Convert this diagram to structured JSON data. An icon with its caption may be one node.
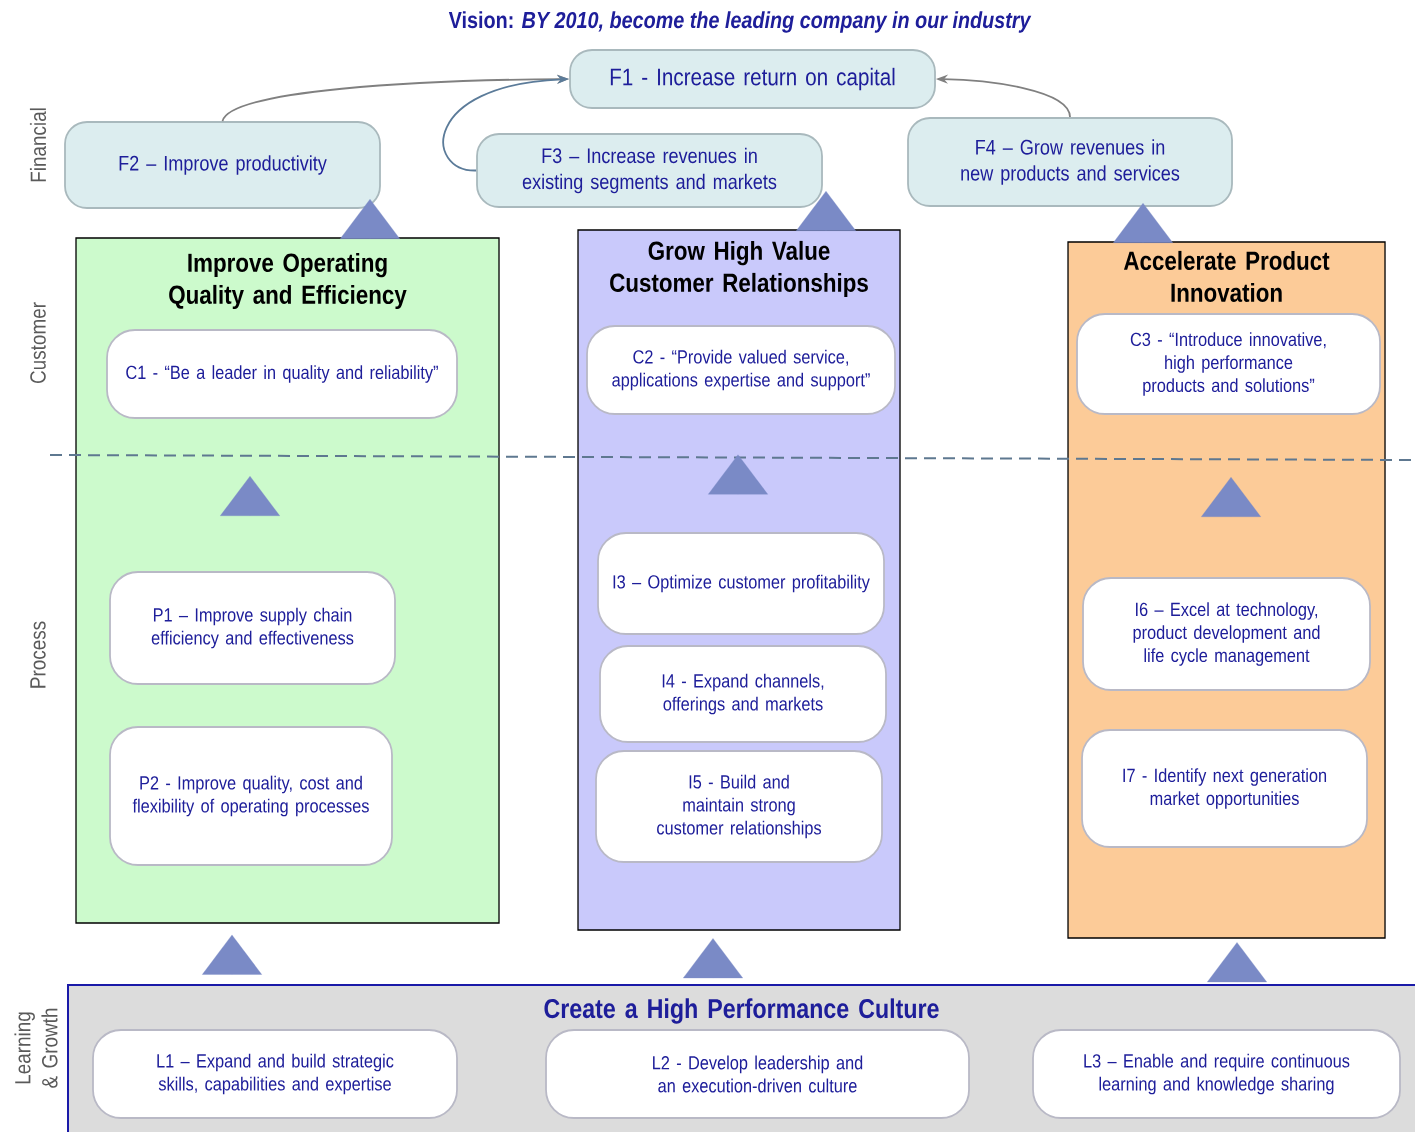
{
  "diagram": {
    "title": "Vision: *BY 2010, become the leading company in our industry*",
    "nodes": [
      {
        "text": [
          "F1 - Increase return on capital"
        ]
      },
      {
        "text": [
          "F2 – Improve productivity"
        ]
      },
      {
        "text": [
          "F3 – Increase revenues in existing segments and markets"
        ]
      },
      {
        "text": [
          "F4 – Grow revenues in new products and services"
        ]
      },
      {
        "text": [
          "Improve Operating Quality and Efficiency"
        ]
      },
      {
        "text": [
          "C1 - “Be a leader in quality and reliability”"
        ],
        "in": 4
      },
      {
        "text": [
          "P1 – Improve supply chain efficiency and effectiveness"
        ],
        "in": 4
      },
      {
        "text": [
          "P2 - Improve quality, cost and flexibility of operating processes"
        ],
        "in": 4
      },
      {
        "text": [
          "Grow High Value Customer Relationships"
        ]
      },
      {
        "text": [
          "C2 - “Provide valued service, applications expertise and support”"
        ],
        "in": 8
      },
      {
        "text": [
          "I3 – Optimize customer profitability"
        ],
        "in": 8
      },
      {
        "text": [
          "I4 - Expand channels, offerings and markets"
        ],
        "in": 8
      },
      {
        "text": [
          "I5 - Build and maintain strong customer relationships"
        ],
        "in": 8
      },
      {
        "text": [
          "Accelerate Product Innovation"
        ]
      },
      {
        "text": [
          "C3 - “Introduce innovative, high performance products and solutions”"
        ],
        "in": 13
      },
      {
        "text": [
          "I6 – Excel at technology, product development and life cycle management"
        ],
        "in": 13
      },
      {
        "text": [
          "I7 - Identify next generation market opportunities"
        ],
        "in": 13
      },
      {
        "text": [
          "Create a High Performance Culture"
        ]
      },
      {
        "text": [
          "L1 – Expand and build strategic skills, capabilities and expertise"
        ],
        "in": 17
      },
      {
        "text": [
          "L2 - Develop leadership and an execution-driven culture"
        ],
        "in": 17
      },
      {
        "text": [
          "L3 – Enable and require continuous learning and knowledge sharing"
        ],
        "in": 17
      }
    ],
    "edges": [
      {
        "from": 1,
        "to": 0,
        "arrow": "to",
        "color": "#808080"
      },
      {
        "from": 2,
        "to": 0,
        "arrow": "to",
        "color": "#5b7b99"
      },
      {
        "from": 3,
        "to": 0,
        "arrow": "to",
        "color": "#808080"
      },
      {
        "from": 4,
        "to": 1,
        "arrow": "to"
      },
      {
        "from": 8,
        "to": 2,
        "arrow": "to"
      },
      {
        "from": 13,
        "to": 3,
        "arrow": "to"
      },
      {
        "from": 6,
        "to": 5,
        "arrow": "to"
      },
      {
        "from": 10,
        "to": 9,
        "arrow": "to"
      },
      {
        "from": 15,
        "to": 14,
        "arrow": "to"
      },
      {
        "from": 18,
        "to": 4,
        "arrow": "to"
      },
      {
        "from": 19,
        "to": 8,
        "arrow": "to"
      },
      {
        "from": 20,
        "to": 13,
        "arrow": "to"
      }
    ],
    "labels": [
      "Financial",
      "Customer",
      "Process",
      "Learning & Growth"
    ]
  }
}
